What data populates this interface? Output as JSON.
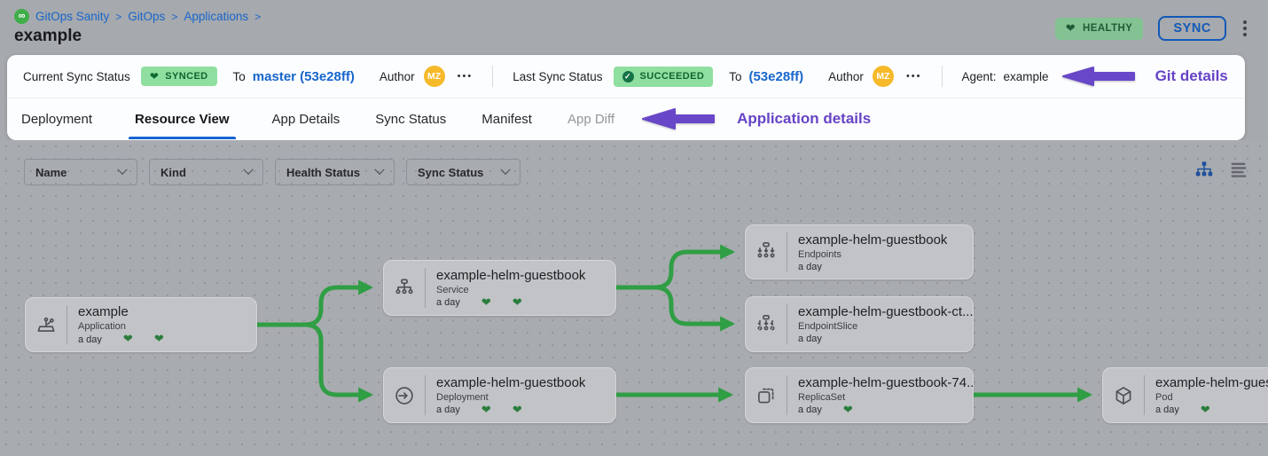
{
  "colors": {
    "accent_blue": "#1766cb",
    "active_tab_blue": "#1763d0",
    "status_green_badge_bg": "#8fdfa0",
    "status_green_badge_text": "#10632e",
    "health_badge_bg": "#83c292",
    "edge_green": "#2f9e44",
    "heart_green": "#2a7d3c",
    "annotation_purple": "#6847c8",
    "avatar_amber": "#f6b92a"
  },
  "breadcrumb": {
    "separator": ">",
    "items": [
      {
        "label": "GitOps Sanity"
      },
      {
        "label": "GitOps"
      },
      {
        "label": "Applications"
      }
    ]
  },
  "page_title": "example",
  "top_actions": {
    "health_badge": "HEALTHY",
    "sync_button": "SYNC"
  },
  "status_bar": {
    "current": {
      "label": "Current Sync Status",
      "badge": "SYNCED",
      "to": "To",
      "revision": "master (53e28ff)",
      "author_label": "Author",
      "avatar_initials": "MZ",
      "more": "•••"
    },
    "last": {
      "label": "Last Sync Status",
      "badge": "SUCCEEDED",
      "to": "To",
      "revision": "(53e28ff)",
      "author_label": "Author",
      "avatar_initials": "MZ",
      "more": "•••"
    },
    "agent": {
      "label": "Agent:",
      "value": "example"
    },
    "annotation": "Git details"
  },
  "tabs": {
    "items": [
      {
        "label": "Deployment"
      },
      {
        "label": "Resource View"
      },
      {
        "label": "App Details"
      },
      {
        "label": "Sync Status"
      },
      {
        "label": "Manifest"
      },
      {
        "label": "App Diff"
      }
    ],
    "active": "Resource View",
    "annotation": "Application details"
  },
  "filters": {
    "dropdowns": [
      {
        "label": "Name"
      },
      {
        "label": "Kind"
      },
      {
        "label": "Health Status"
      },
      {
        "label": "Sync Status"
      }
    ]
  },
  "view_toggle": {
    "active": "tree"
  },
  "tree": {
    "nodes": [
      {
        "title": "example",
        "kind": "Application",
        "age": "a day",
        "hearts": 2
      },
      {
        "title": "example-helm-guestbook",
        "kind": "Service",
        "age": "a day",
        "hearts": 2
      },
      {
        "title": "example-helm-guestbook",
        "kind": "Endpoints",
        "age": "a day",
        "hearts": 0
      },
      {
        "title": "example-helm-guestbook-ct...",
        "kind": "EndpointSlice",
        "age": "a day",
        "hearts": 0
      },
      {
        "title": "example-helm-guestbook",
        "kind": "Deployment",
        "age": "a day",
        "hearts": 2
      },
      {
        "title": "example-helm-guestbook-74...",
        "kind": "ReplicaSet",
        "age": "a day",
        "hearts": 1
      },
      {
        "title": "example-helm-guest",
        "kind": "Pod",
        "age": "a day",
        "hearts": 1
      }
    ]
  }
}
